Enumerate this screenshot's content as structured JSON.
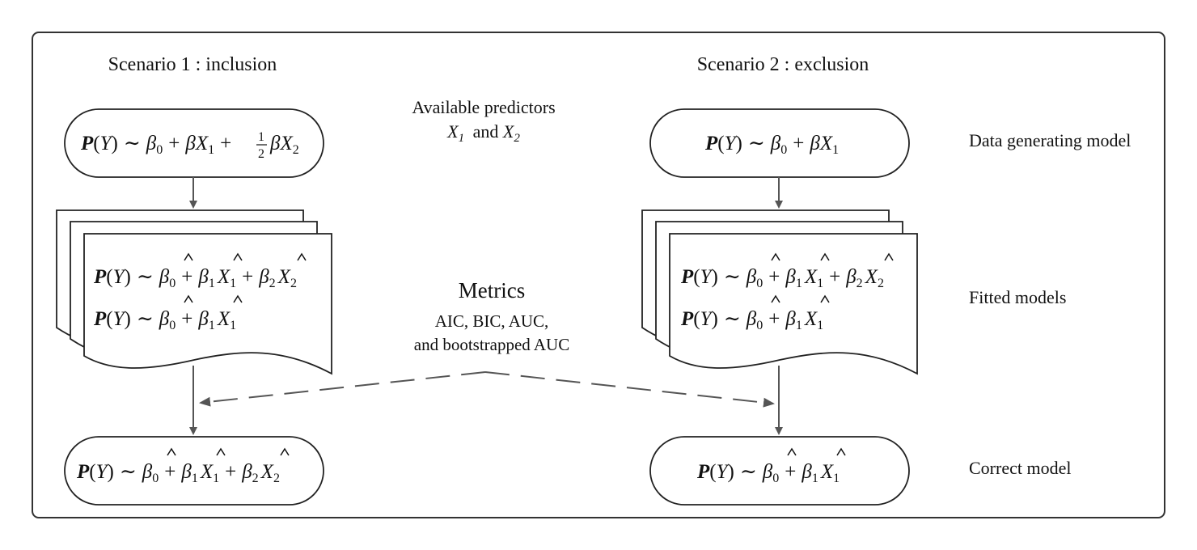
{
  "scenarios": {
    "left_title": "Scenario 1 : inclusion",
    "right_title": "Scenario 2 : exclusion"
  },
  "predictors": {
    "line1": "Available predictors",
    "and_word": "and"
  },
  "metrics": {
    "title": "Metrics",
    "line1": "AIC, BIC, AUC,",
    "line2": "and bootstrapped AUC"
  },
  "row_labels": {
    "generating": "Data generating model",
    "fitted": "Fitted models",
    "correct": "Correct model"
  },
  "math": {
    "P": "P",
    "Y": "Y",
    "X": "X",
    "beta": "β",
    "hat": "^",
    "tilde": "∼",
    "plus": "+",
    "sub0": "0",
    "sub1": "1",
    "sub2": "2",
    "lparen": "(",
    "rparen": ")",
    "frac_num": "1",
    "frac_den": "2"
  }
}
